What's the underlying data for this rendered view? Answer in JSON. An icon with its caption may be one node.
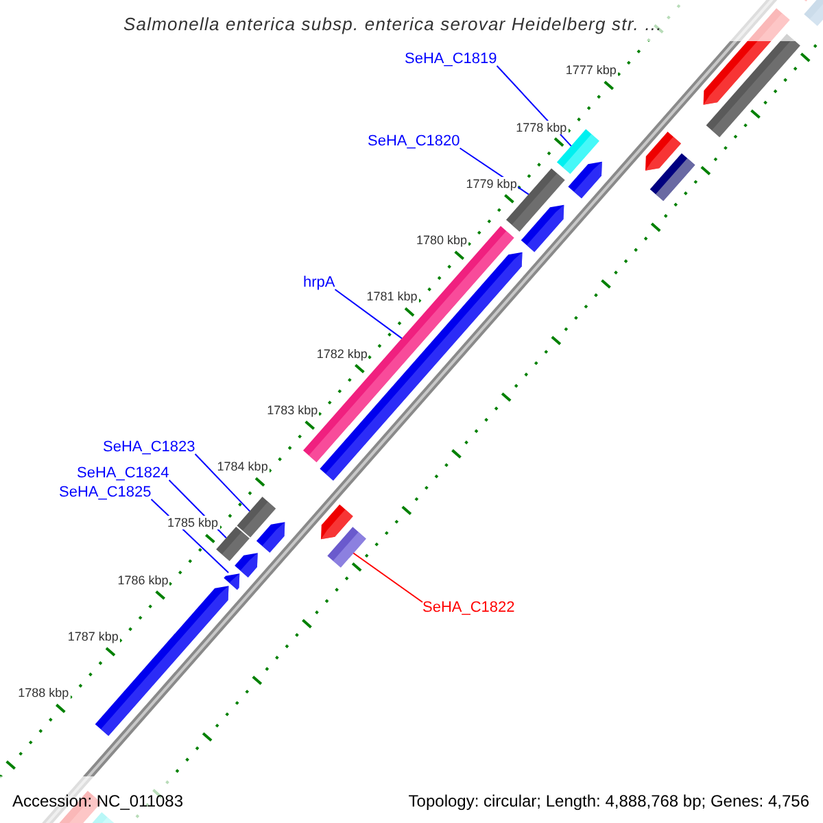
{
  "diagram": {
    "title": "Salmonella enterica subsp. enterica serovar Heidelberg str. ...",
    "nodes": [
      {
        "text": [
          "SeHA_C1819"
        ]
      },
      {
        "text": [],
        "shape": "bar"
      },
      {
        "text": [
          "SeHA_C1820"
        ]
      },
      {
        "text": [],
        "shape": "bar"
      },
      {
        "text": [
          "hrpA"
        ]
      },
      {
        "text": [],
        "shape": "bar"
      },
      {
        "text": [
          "SeHA_C1823"
        ]
      },
      {
        "text": [],
        "shape": "bar"
      },
      {
        "text": [
          "SeHA_C1824"
        ]
      },
      {
        "text": [],
        "shape": "bar"
      },
      {
        "text": [
          "SeHA_C1825"
        ]
      },
      {
        "text": [],
        "shape": "arrow"
      },
      {
        "text": [],
        "shape": "bar"
      },
      {
        "text": [
          "SeHA_C1822"
        ]
      }
    ],
    "edges": [
      {
        "from": 0,
        "to": 1,
        "arrow": "none"
      },
      {
        "from": 2,
        "to": 3,
        "arrow": "none"
      },
      {
        "from": 4,
        "to": 5,
        "arrow": "none"
      },
      {
        "from": 6,
        "to": 7,
        "arrow": "none"
      },
      {
        "from": 8,
        "to": 9,
        "arrow": "none"
      },
      {
        "from": 10,
        "to": 11,
        "arrow": "none"
      },
      {
        "from": 13,
        "to": 12,
        "arrow": "none",
        "color": "#ff0000"
      }
    ],
    "labels": [
      "1777 kbp",
      "1778 kbp",
      "1779 kbp",
      "1780 kbp",
      "1781 kbp",
      "1782 kbp",
      "1783 kbp",
      "1784 kbp",
      "1785 kbp",
      "1786 kbp",
      "1787 kbp",
      "1788 kbp",
      "Accession: NC_011083",
      "Topology: circular; Length: 4,888,768 bp; Genes: 4,756"
    ]
  }
}
